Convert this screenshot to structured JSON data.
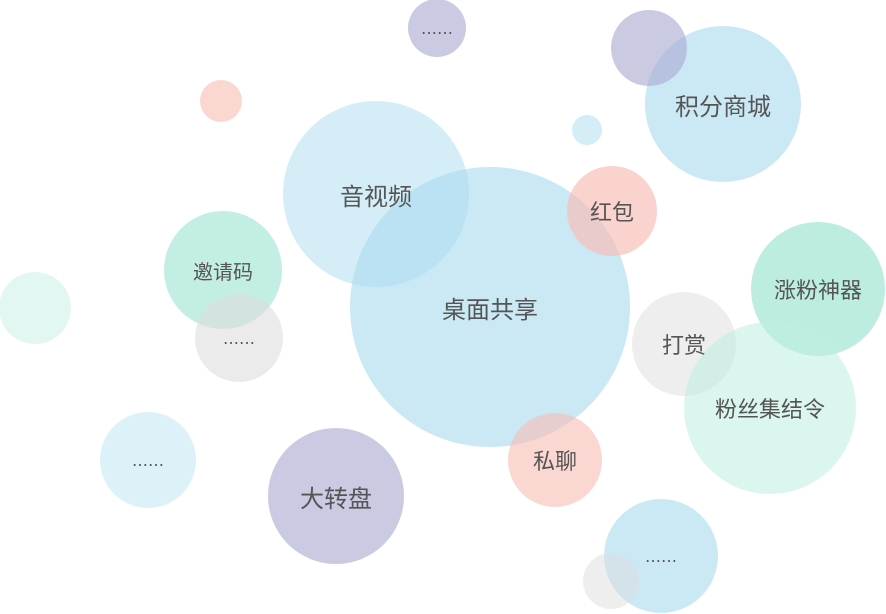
{
  "colors": {
    "blue": "#a9dbef",
    "pink": "#f9bcb4",
    "purple": "#a9a9d2",
    "teal": "#9ee4d2",
    "gray": "#dedede",
    "mint": "#d6f4ed",
    "text": "#555555"
  },
  "bubbles": [
    {
      "id": "screen-share",
      "label": "桌面共享",
      "color": "#a9dbef",
      "opacity": 0.62
    },
    {
      "id": "audio-video",
      "label": "音视频",
      "color": "#a9dbef",
      "opacity": 0.5
    },
    {
      "id": "points-mall",
      "label": "积分商城",
      "color": "#a9dbef",
      "opacity": 0.6
    },
    {
      "id": "top-purple-ellipsis",
      "label": "……",
      "color": "#a9a9d2",
      "opacity": 0.62
    },
    {
      "id": "purple-small",
      "label": "",
      "color": "#a9a9d2",
      "opacity": 0.62
    },
    {
      "id": "pink-dot",
      "label": "",
      "color": "#f9bcb4",
      "opacity": 0.6
    },
    {
      "id": "blue-dot",
      "label": "",
      "color": "#a9dbef",
      "opacity": 0.5
    },
    {
      "id": "red-envelope",
      "label": "红包",
      "color": "#f9bcb4",
      "opacity": 0.65
    },
    {
      "id": "invite-code",
      "label": "邀请码",
      "color": "#9ee4d2",
      "opacity": 0.62
    },
    {
      "id": "gray-ellipsis-left",
      "label": "……",
      "color": "#dedede",
      "opacity": 0.6
    },
    {
      "id": "mint-left",
      "label": "",
      "color": "#d6f4ed",
      "opacity": 0.7
    },
    {
      "id": "fan-booster",
      "label": "涨粉神器",
      "color": "#9ee4d2",
      "opacity": 0.68
    },
    {
      "id": "tip",
      "label": "打赏",
      "color": "#dedede",
      "opacity": 0.5
    },
    {
      "id": "fan-gathering",
      "label": "粉丝集结令",
      "color": "#bdeee1",
      "opacity": 0.55
    },
    {
      "id": "private-chat",
      "label": "私聊",
      "color": "#f9bcb4",
      "opacity": 0.6
    },
    {
      "id": "lucky-wheel",
      "label": "大转盘",
      "color": "#a9a9d2",
      "opacity": 0.62
    },
    {
      "id": "blue-ellipsis-left",
      "label": "……",
      "color": "#a9dbef",
      "opacity": 0.4
    },
    {
      "id": "blue-ellipsis-bottom",
      "label": "……",
      "color": "#a9dbef",
      "opacity": 0.6
    },
    {
      "id": "gray-bottom",
      "label": "",
      "color": "#dedede",
      "opacity": 0.5
    }
  ]
}
